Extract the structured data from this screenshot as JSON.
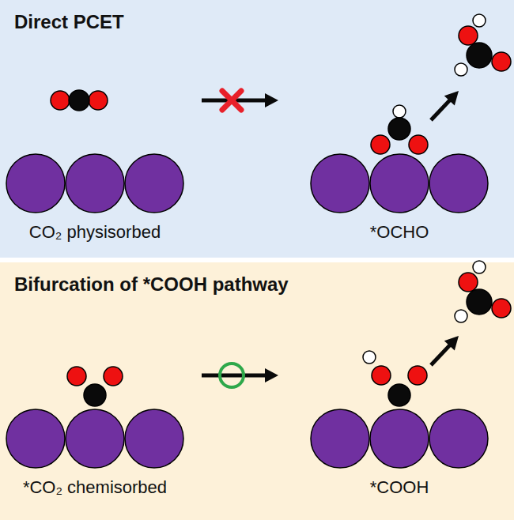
{
  "diagram": {
    "nodes": [
      {
        "text": [
          "Direct PCET"
        ]
      },
      {
        "text": [
          "Bifurcation of *COOH pathway"
        ]
      }
    ],
    "labels": [
      "CO₂ physisorbed",
      "*OCHO",
      "*CO₂ chemisorbed",
      "*COOH"
    ]
  }
}
